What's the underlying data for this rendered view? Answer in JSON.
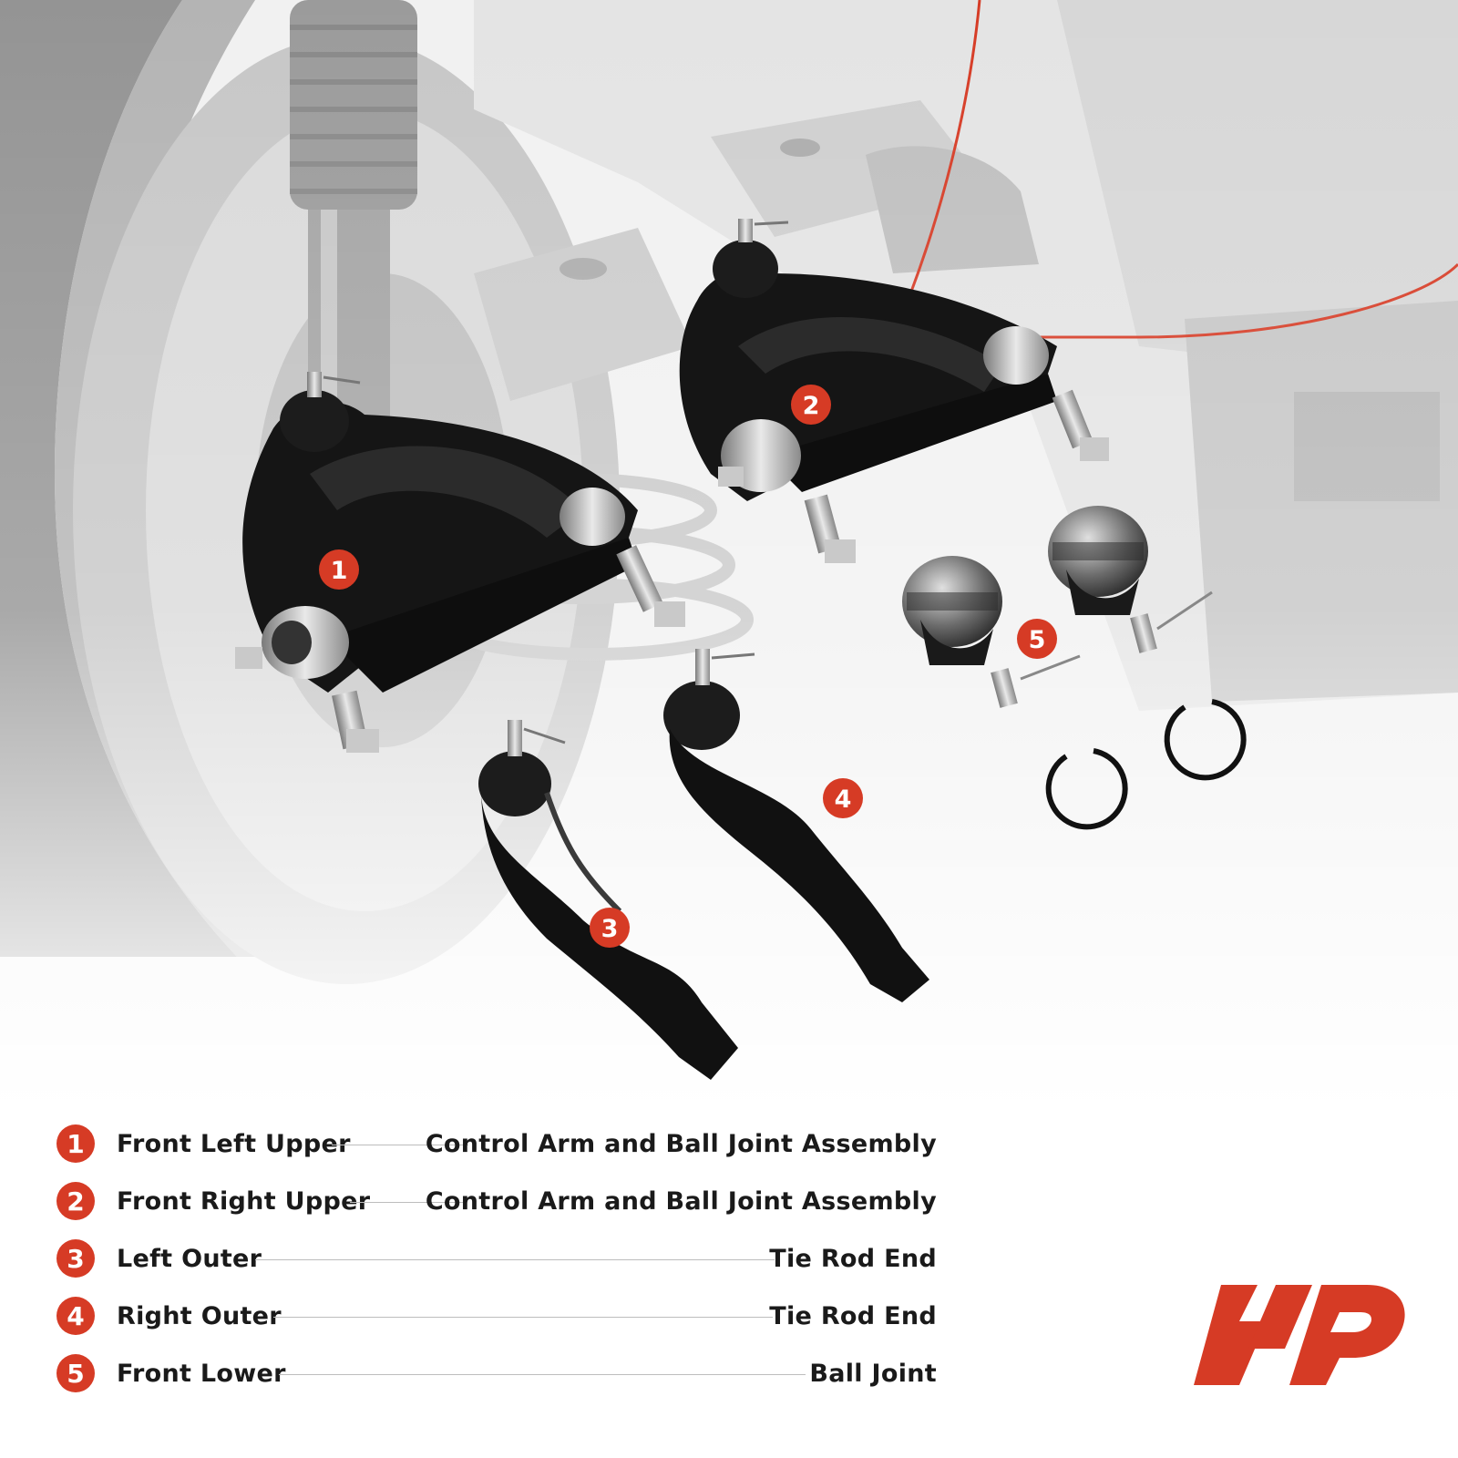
{
  "callouts": [
    "1",
    "2",
    "3",
    "4",
    "5"
  ],
  "legend": [
    {
      "num": "1",
      "position": "Front Left Upper",
      "part": "Control Arm and Ball Joint Assembly"
    },
    {
      "num": "2",
      "position": "Front Right Upper",
      "part": "Control Arm and Ball Joint Assembly"
    },
    {
      "num": "3",
      "position": "Left Outer",
      "part": "Tie Rod End"
    },
    {
      "num": "4",
      "position": "Right Outer",
      "part": "Tie Rod End"
    },
    {
      "num": "5",
      "position": "Front Lower",
      "part": "Ball Joint"
    }
  ],
  "colors": {
    "accent": "#d63b25",
    "text": "#1a1a1a"
  },
  "logo": "brand-logo"
}
